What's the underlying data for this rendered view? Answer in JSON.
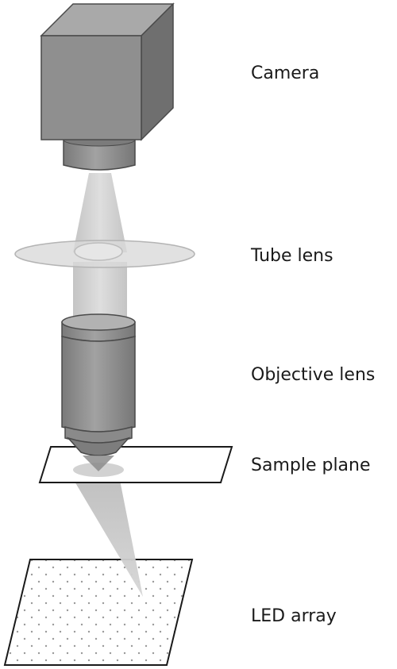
{
  "labels": {
    "camera": "Camera",
    "tube_lens": "Tube lens",
    "objective_lens": "Objective lens",
    "sample_plane": "Sample plane",
    "led_array": "LED array"
  },
  "colors": {
    "body_gray": "#8f8f8f",
    "body_dark": "#6e6e6e",
    "body_light": "#a8a8a8",
    "outline": "#4a4a4a",
    "beam": "#c8c8c8",
    "led_dot": "#9a9a9a"
  }
}
